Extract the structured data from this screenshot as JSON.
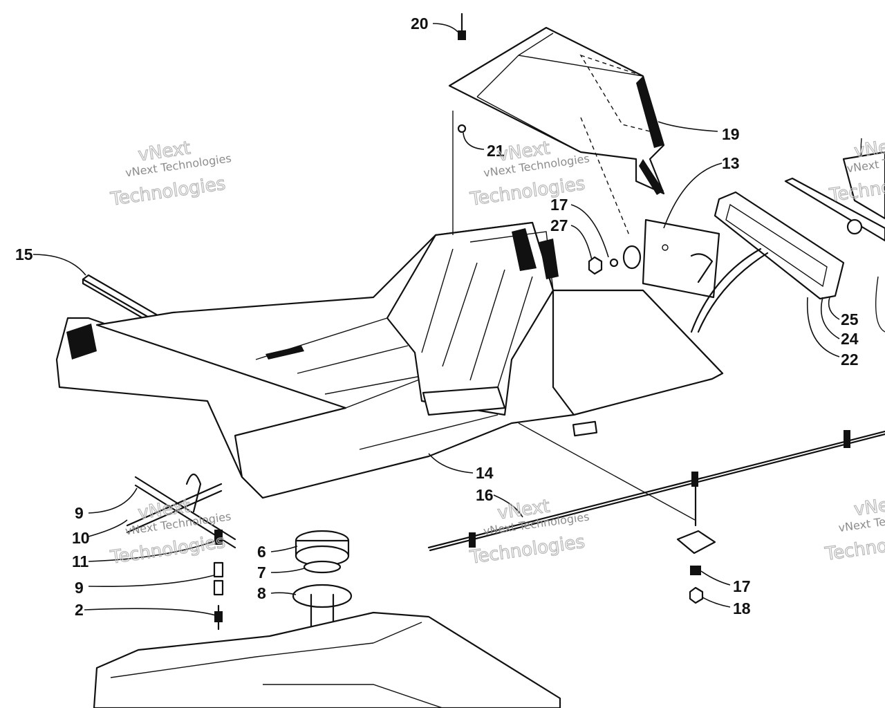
{
  "diagram": {
    "callouts": [
      "20",
      "21",
      "19",
      "13",
      "17",
      "27",
      "15",
      "14",
      "16",
      "25",
      "24",
      "22",
      "9",
      "10",
      "11",
      "9",
      "2",
      "6",
      "7",
      "8",
      "17",
      "18"
    ],
    "watermark": {
      "brand": "vNext",
      "company": "vNext Technologies",
      "word": "Technologies"
    }
  }
}
